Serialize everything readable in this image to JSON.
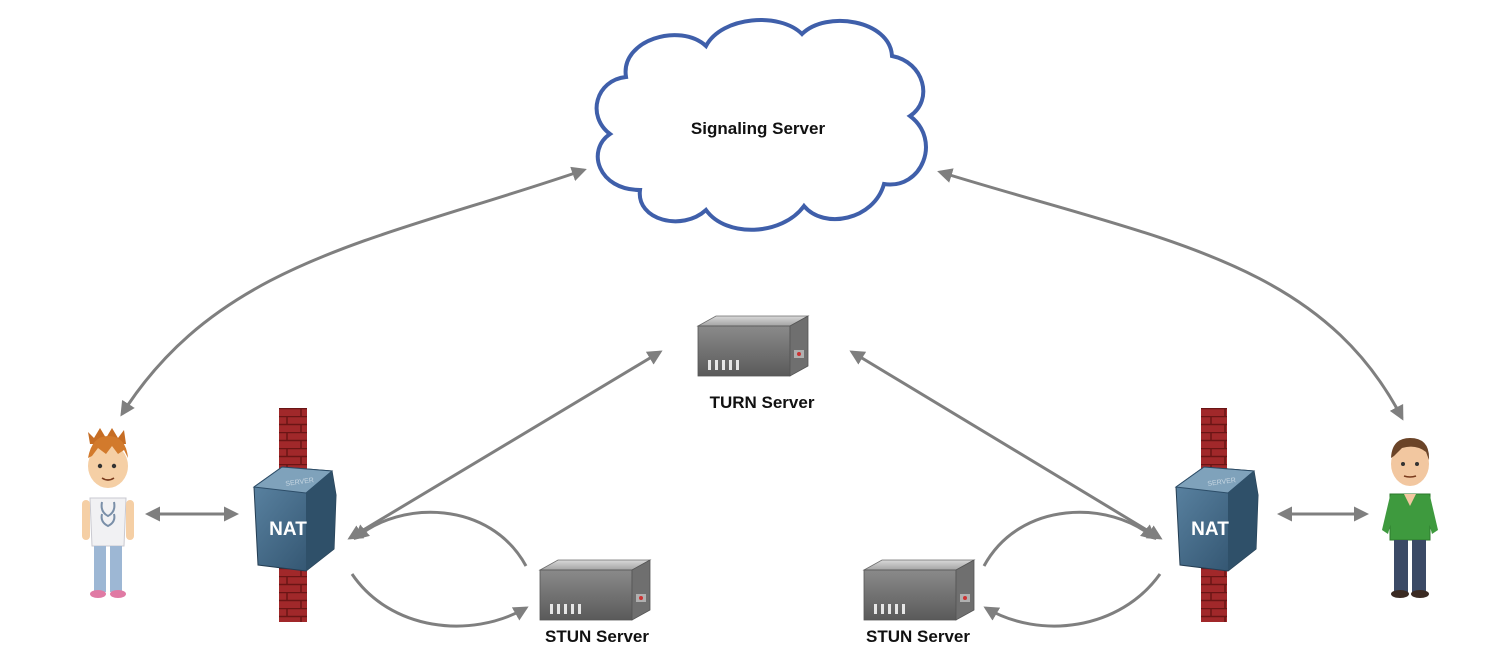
{
  "labels": {
    "signaling_server": "Signaling Server",
    "turn_server": "TURN Server",
    "stun_server_left": "STUN Server",
    "stun_server_right": "STUN Server",
    "nat_left": "NAT",
    "nat_right": "NAT",
    "nat_box_top_left": "SERVER",
    "nat_box_top_right": "SERVER"
  },
  "colors": {
    "cloud_stroke": "#3f5faa",
    "arrow": "#7f7f7f",
    "firewall_brick": "#a1282a",
    "nat_box": "#3e6683",
    "server_body": "#8e8e8e"
  },
  "icons": {
    "cloud": "cloud-icon",
    "server": "server-icon",
    "firewall": "firewall-icon",
    "person": "person-icon"
  }
}
